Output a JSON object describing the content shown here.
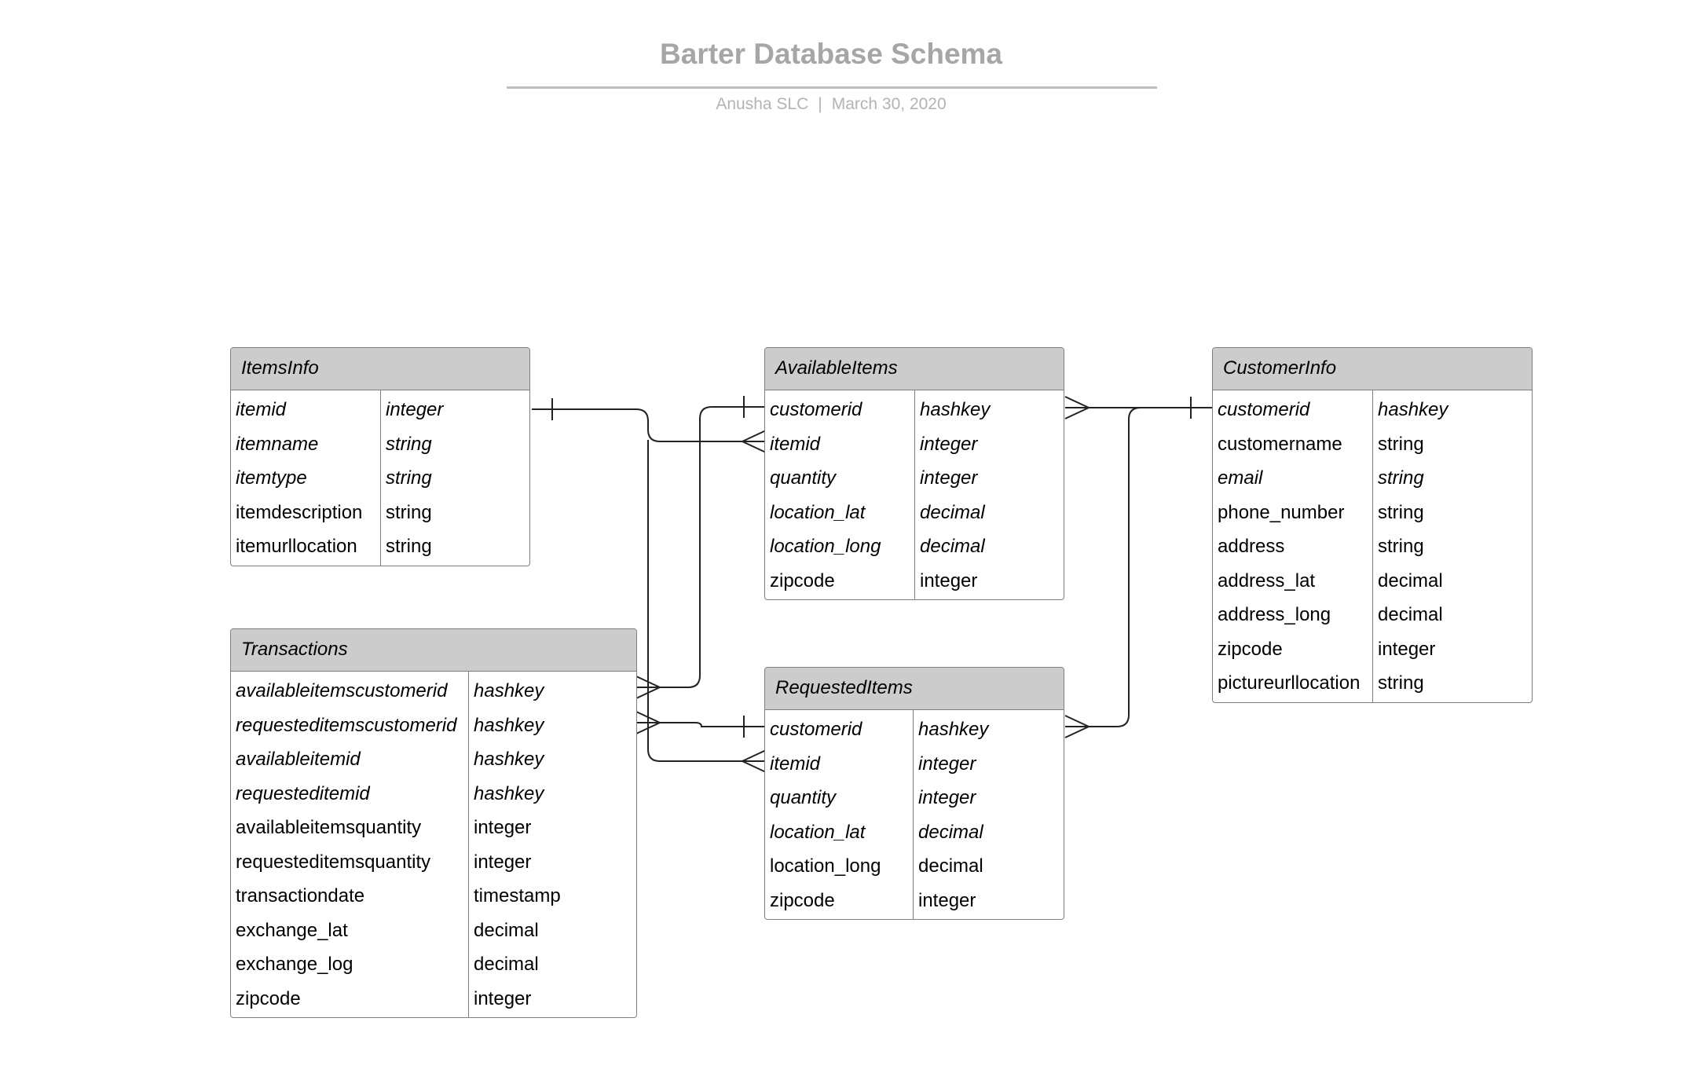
{
  "title": "Barter Database Schema",
  "subtitle": {
    "author": "Anusha SLC",
    "separator": "|",
    "date": "March 30, 2020"
  },
  "colors": {
    "header_fill": "#cccccc",
    "border": "#7f7f7f",
    "title_text": "#a6a6a6",
    "line": "#222222"
  },
  "entities": [
    {
      "id": "itemsinfo",
      "name": "ItemsInfo",
      "attributes": [
        {
          "name": "itemid",
          "type": "integer",
          "key": true
        },
        {
          "name": "itemname",
          "type": "string",
          "key": true
        },
        {
          "name": "itemtype",
          "type": "string",
          "key": true
        },
        {
          "name": "itemdescription",
          "type": "string",
          "key": false
        },
        {
          "name": "itemurllocation",
          "type": "string",
          "key": false
        }
      ]
    },
    {
      "id": "availableitems",
      "name": "AvailableItems",
      "attributes": [
        {
          "name": "customerid",
          "type": "hashkey",
          "key": true
        },
        {
          "name": "itemid",
          "type": "integer",
          "key": true
        },
        {
          "name": "quantity",
          "type": "integer",
          "key": true
        },
        {
          "name": "location_lat",
          "type": "decimal",
          "key": true
        },
        {
          "name": "location_long",
          "type": "decimal",
          "key": true
        },
        {
          "name": "zipcode",
          "type": "integer",
          "key": false
        }
      ]
    },
    {
      "id": "customerinfo",
      "name": "CustomerInfo",
      "attributes": [
        {
          "name": "customerid",
          "type": "hashkey",
          "key": true
        },
        {
          "name": "customername",
          "type": "string",
          "key": false
        },
        {
          "name": "email",
          "type": "string",
          "key": true
        },
        {
          "name": "phone_number",
          "type": "string",
          "key": false
        },
        {
          "name": "address",
          "type": "string",
          "key": false
        },
        {
          "name": "address_lat",
          "type": "decimal",
          "key": false
        },
        {
          "name": "address_long",
          "type": "decimal",
          "key": false
        },
        {
          "name": "zipcode",
          "type": "integer",
          "key": false
        },
        {
          "name": "pictureurllocation",
          "type": "string",
          "key": false
        }
      ]
    },
    {
      "id": "transactions",
      "name": "Transactions",
      "attributes": [
        {
          "name": "availableitemscustomerid",
          "type": "hashkey",
          "key": true
        },
        {
          "name": "requesteditemscustomerid",
          "type": "hashkey",
          "key": true
        },
        {
          "name": "availableitemid",
          "type": "hashkey",
          "key": true
        },
        {
          "name": "requesteditemid",
          "type": "hashkey",
          "key": true
        },
        {
          "name": "availableitemsquantity",
          "type": "integer",
          "key": false
        },
        {
          "name": "requesteditemsquantity",
          "type": "integer",
          "key": false
        },
        {
          "name": "transactiondate",
          "type": "timestamp",
          "key": false
        },
        {
          "name": "exchange_lat",
          "type": "decimal",
          "key": false
        },
        {
          "name": "exchange_log",
          "type": "decimal",
          "key": false
        },
        {
          "name": "zipcode",
          "type": "integer",
          "key": false
        }
      ]
    },
    {
      "id": "requesteditems",
      "name": "RequestedItems",
      "attributes": [
        {
          "name": "customerid",
          "type": "hashkey",
          "key": true
        },
        {
          "name": "itemid",
          "type": "integer",
          "key": true
        },
        {
          "name": "quantity",
          "type": "integer",
          "key": true
        },
        {
          "name": "location_lat",
          "type": "decimal",
          "key": true
        },
        {
          "name": "location_long",
          "type": "decimal",
          "key": false
        },
        {
          "name": "zipcode",
          "type": "integer",
          "key": false
        }
      ]
    }
  ],
  "relationships": [
    {
      "from": "itemsinfo.itemid",
      "from_card": "one",
      "to": "availableitems.itemid",
      "to_card": "many"
    },
    {
      "from": "itemsinfo.itemid",
      "from_card": "one",
      "to": "requesteditems.itemid",
      "to_card": "many"
    },
    {
      "from": "customerinfo.customerid",
      "from_card": "one",
      "to": "availableitems.customerid",
      "to_card": "many"
    },
    {
      "from": "customerinfo.customerid",
      "from_card": "one",
      "to": "requesteditems.customerid",
      "to_card": "many"
    },
    {
      "from": "availableitems.customerid",
      "from_card": "one",
      "to": "transactions.availableitemscustomerid",
      "to_card": "many"
    },
    {
      "from": "requesteditems.customerid",
      "from_card": "one",
      "to": "transactions.requesteditemscustomerid",
      "to_card": "many"
    }
  ]
}
